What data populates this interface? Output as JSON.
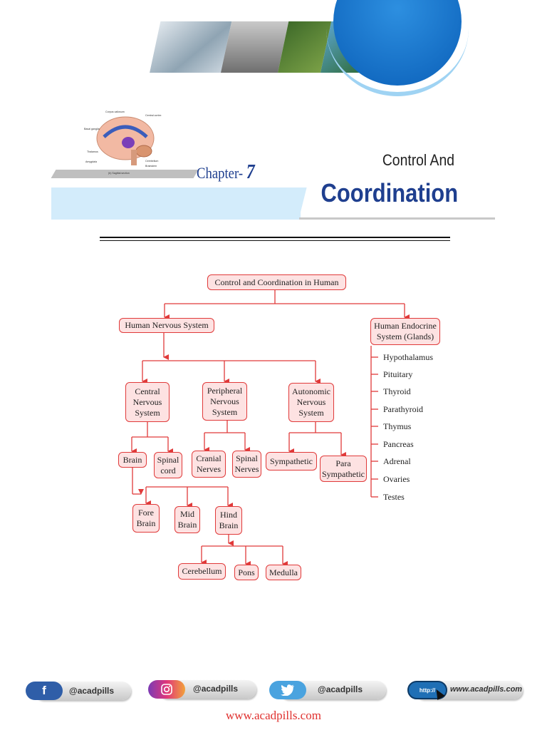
{
  "header": {
    "chapter_label": "Chapter-",
    "chapter_number": "7",
    "title_line1": "Control And",
    "title_line2": "Coordination",
    "brain_labels": [
      "Corpus callosum",
      "Central cortex",
      "Basal ganglia",
      "Thalamus",
      "Amygdala",
      "Cerebellum",
      "Brainstem",
      "(b) Sagittal section"
    ]
  },
  "chart": {
    "root": "Control and Coordination in Human",
    "nervous": "Human Nervous System",
    "endocrine": "Human Endocrine\nSystem (Glands)",
    "cns": "Central\nNervous\nSystem",
    "pns": "Peripheral\nNervous\nSystem",
    "ans": "Autonomic\nNervous\nSystem",
    "brain": "Brain",
    "spinal_cord": "Spinal\ncord",
    "cranial": "Cranial\nNerves",
    "spinal_nerves": "Spinal\nNerves",
    "sympathetic": "Sympathetic",
    "para": "Para\nSympathetic",
    "fore": "Fore\nBrain",
    "mid": "Mid\nBrain",
    "hind": "Hind\nBrain",
    "cerebellum": "Cerebellum",
    "pons": "Pons",
    "medulla": "Medulla",
    "glands": [
      "Hypothalamus",
      "Pituitary",
      "Thyroid",
      "Parathyroid",
      "Thymus",
      "Pancreas",
      "Adrenal",
      "Ovaries",
      "Testes"
    ]
  },
  "footer": {
    "facebook_handle": "@acadpills",
    "instagram_handle": "@acadpills",
    "twitter_handle": "@acadpills",
    "web_icon_text": "http://",
    "web_handle": "www.acadpills.com",
    "website": "www.acadpills.com",
    "colors": {
      "facebook": "#2f5ea8",
      "instagram": "#c2368f",
      "twitter": "#4aa3df",
      "link": "#e0312f"
    }
  }
}
